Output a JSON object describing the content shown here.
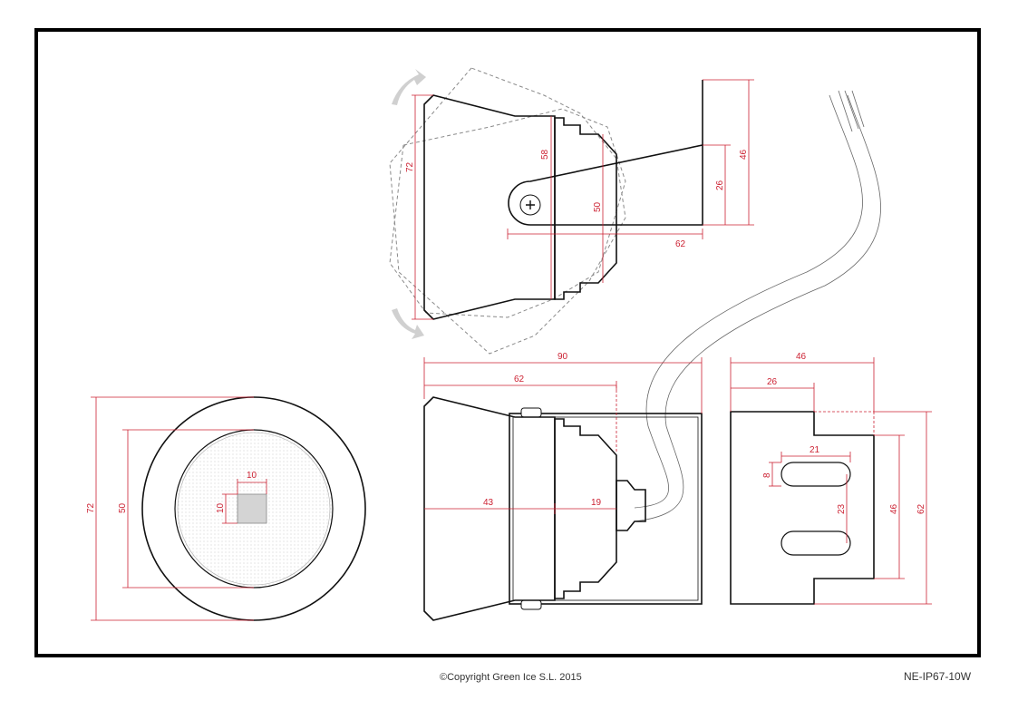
{
  "footer": {
    "copyright": "©Copyright Green Ice S.L. 2015",
    "model": "NE-IP67-10W"
  },
  "dimensions": {
    "side_height_72": "72",
    "side_body_58": "58",
    "side_neck_50": "50",
    "side_bracket_62": "62",
    "side_bracket_26": "26",
    "side_bracket_46": "46",
    "front_outer_72": "72",
    "front_inner_50": "50",
    "front_led_w_10": "10",
    "front_led_h_10": "10",
    "profile_total_90": "90",
    "profile_body_62": "62",
    "profile_front_43": "43",
    "profile_rear_19": "19",
    "bracket_width_46": "46",
    "bracket_step_26": "26",
    "bracket_slot_21": "21",
    "bracket_slot_8": "8",
    "bracket_slot_gap_23": "23",
    "bracket_inner_46": "46",
    "bracket_height_62": "62"
  },
  "icons": {
    "rotation": "rotation-arrow-icon",
    "screw": "screw-icon"
  },
  "colors": {
    "dimension": "#cc2233",
    "outline": "#111111",
    "frame": "#000000"
  }
}
